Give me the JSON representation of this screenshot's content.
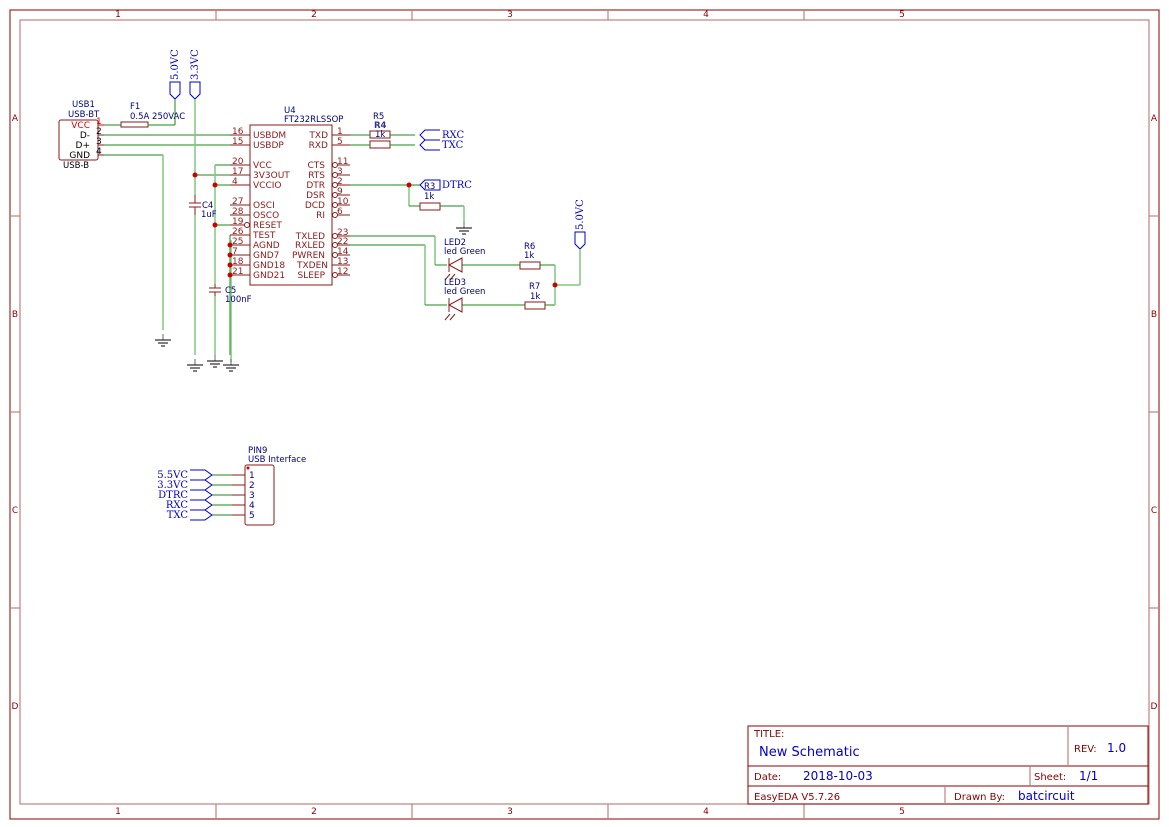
{
  "sheet": {
    "zones_columns": [
      "1",
      "2",
      "3",
      "4",
      "5"
    ],
    "zones_rows": [
      "A",
      "B",
      "C",
      "D"
    ]
  },
  "title_block": {
    "title_label": "TITLE:",
    "title_value": "New Schematic",
    "rev_label": "REV:",
    "rev_value": "1.0",
    "date_label": "Date:",
    "date_value": "2018-10-03",
    "sheet_label": "Sheet:",
    "sheet_value": "1/1",
    "tool": "EasyEDA V5.7.26",
    "drawn_by_label": "Drawn By:",
    "drawn_by_value": "batcircuit"
  },
  "components": {
    "usb1": {
      "ref": "USB1",
      "value": "USB-BT",
      "footprint": "USB-B",
      "pins": [
        {
          "num": "1",
          "name": "VCC"
        },
        {
          "num": "2",
          "name": "D-"
        },
        {
          "num": "3",
          "name": "D+"
        },
        {
          "num": "4",
          "name": "GND"
        }
      ]
    },
    "f1": {
      "ref": "F1",
      "value": "0.5A 250VAC"
    },
    "u4": {
      "ref": "U4",
      "value": "FT232RLSSOP",
      "left_pins": [
        {
          "num": "16",
          "name": "USBDM"
        },
        {
          "num": "15",
          "name": "USBDP"
        },
        {
          "num": "20",
          "name": "VCC"
        },
        {
          "num": "17",
          "name": "3V3OUT"
        },
        {
          "num": "4",
          "name": "VCCIO"
        },
        {
          "num": "27",
          "name": "OSCI"
        },
        {
          "num": "28",
          "name": "OSCO"
        },
        {
          "num": "19",
          "name": "RESET"
        },
        {
          "num": "26",
          "name": "TEST"
        },
        {
          "num": "25",
          "name": "AGND"
        },
        {
          "num": "7",
          "name": "GND7"
        },
        {
          "num": "18",
          "name": "GND18"
        },
        {
          "num": "21",
          "name": "GND21"
        }
      ],
      "right_pins": [
        {
          "num": "1",
          "name": "TXD"
        },
        {
          "num": "5",
          "name": "RXD"
        },
        {
          "num": "11",
          "name": "CTS"
        },
        {
          "num": "3",
          "name": "RTS"
        },
        {
          "num": "2",
          "name": "DTR"
        },
        {
          "num": "9",
          "name": "DSR"
        },
        {
          "num": "10",
          "name": "DCD"
        },
        {
          "num": "6",
          "name": "RI"
        },
        {
          "num": "23",
          "name": "TXLED"
        },
        {
          "num": "22",
          "name": "RXLED"
        },
        {
          "num": "14",
          "name": "PWREN"
        },
        {
          "num": "13",
          "name": "TXDEN"
        },
        {
          "num": "12",
          "name": "SLEEP"
        }
      ]
    },
    "r5": {
      "ref": "R5",
      "ref_overlap": "R4",
      "value": "1k"
    },
    "r3": {
      "ref": "R3",
      "value": "1k"
    },
    "r6": {
      "ref": "R6",
      "value": "1k"
    },
    "r7": {
      "ref": "R7",
      "value": "1k"
    },
    "led2": {
      "ref": "LED2",
      "value": "led Green"
    },
    "led3": {
      "ref": "LED3",
      "value": "led Green"
    },
    "c4": {
      "ref": "C4",
      "value": "1uF"
    },
    "c5": {
      "ref": "C5",
      "value": "100nF"
    },
    "pin9": {
      "ref": "PIN9",
      "value": "USB Interface",
      "pins": [
        "1",
        "2",
        "3",
        "4",
        "5"
      ]
    }
  },
  "nets": {
    "v5_top": "5.0VC",
    "v33_top": "3.3VC",
    "rxc": "RXC",
    "txc": "TXC",
    "dtrc": "DTRC",
    "v5_led": "5.0VC",
    "header": [
      "5.5VC",
      "3.3VC",
      "DTRC",
      "RXC",
      "TXC"
    ]
  }
}
